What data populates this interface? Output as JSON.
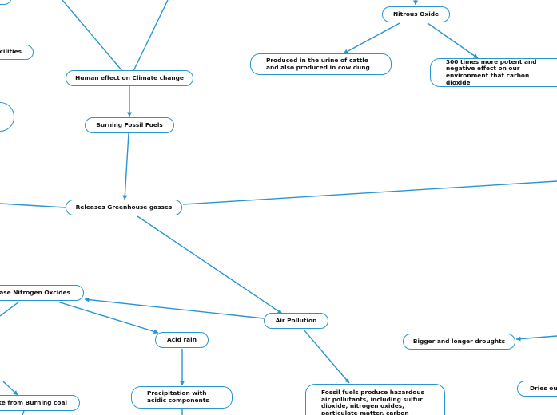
{
  "nodes": {
    "nitrous_oxide": "Nitrous Oxide",
    "urine_dung": "Produced in the urine of cattle and also produced in cow dung",
    "potent": "300 times more potent and negative effect on our environment that carbon dioxide",
    "facilities": "cilities",
    "human_effect": "Human effect on Climate change",
    "burning_fossil_fuels": "Burning Fossil Fuels",
    "releases_greenhouse": "Releases Greenhouse gasses",
    "release_nitrogen_oxides": "lease Nitrogen Oxcides",
    "air_pollution": "Air Pollution",
    "acid_rain": "Acid rain",
    "precipitation": "Precipitation with acidic components",
    "smoke_coal": "oke from Burning coal",
    "fossil_fuels_pollutants": "Fossil fuels produce hazardous air pollutants, including sulfur dioxide, nitrogen oxides, particulate matter, carbon",
    "droughts": "Bigger and longer droughts",
    "dries_out": "Dries ou"
  },
  "theme": {
    "line_color": "#2a95d1",
    "node_border": "#2a95d1",
    "text_color": "#111111"
  }
}
